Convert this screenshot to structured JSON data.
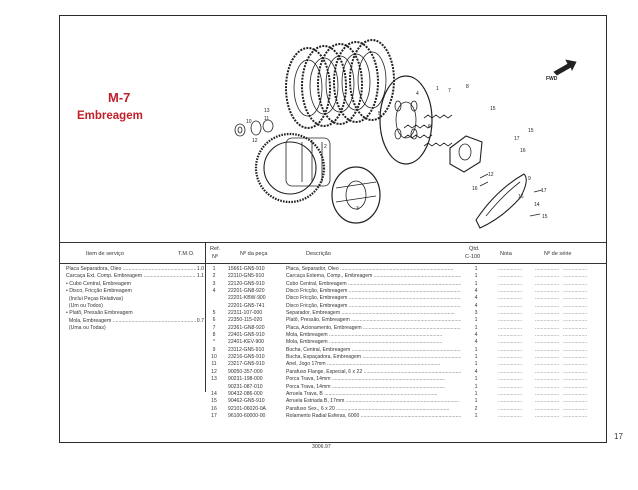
{
  "section": {
    "code": "M-7",
    "name": "Embreagem"
  },
  "illustration": {
    "fwd_label": "FWD",
    "callouts": [
      "12",
      "10",
      "11",
      "13",
      "3",
      "16",
      "9",
      "17",
      "14",
      "15",
      "16",
      "2",
      "5",
      "4",
      "1",
      "7",
      "8",
      "15",
      "17",
      "16",
      "15",
      "6",
      "12"
    ]
  },
  "headers": {
    "item_servico": "Item de serviço",
    "tmo": "T.M.O.",
    "ref": "Ref.",
    "ref_no": "Nº",
    "num_peca": "Nº da peça",
    "descricao": "Descrição",
    "qtd": "Qtd.",
    "qtd_sub": "C-100",
    "nota": "Nota",
    "num_serie": "Nº de série"
  },
  "service_items": [
    {
      "label": "Placa Separadora, Óleo",
      "tmo": "1.0"
    },
    {
      "label": "Carcaça Ext. Comp. Embreagem",
      "tmo": "1.1"
    },
    {
      "label": "• Cubo Central, Embreagem",
      "tmo": ""
    },
    {
      "label": "• Disco, Fricção Embreagem",
      "tmo": ""
    },
    {
      "label": "  (Inclui Peças Relativas)",
      "tmo": ""
    },
    {
      "label": "  (Um ou Todos)",
      "tmo": ""
    },
    {
      "label": "• Platô, Pressão Embreagem",
      "tmo": ""
    },
    {
      "label": "  Mola, Embreagem",
      "tmo": "0.7"
    },
    {
      "label": "  (Uma ou Todas)",
      "tmo": ""
    }
  ],
  "parts": [
    {
      "ref": "1",
      "num": "15661-GN5-910",
      "desc": "Placa, Separador, Óleo",
      "qty": "1"
    },
    {
      "ref": "2",
      "num": "22110-GN5-910",
      "desc": "Carcaça Externa, Comp., Embreagem",
      "qty": "1"
    },
    {
      "ref": "3",
      "num": "22120-GN5-910",
      "desc": "Cubo Central, Embreagem",
      "qty": "1"
    },
    {
      "ref": "4",
      "num": "22201-GN8-920",
      "desc": "Disco Fricção, Embreagem",
      "qty": "4"
    },
    {
      "ref": "",
      "num": "22201-KBW-900",
      "desc": "Disco Fricção, Embreagem",
      "qty": "4"
    },
    {
      "ref": "",
      "num": "22201-GN5-741",
      "desc": "Disco Fricção, Embreagem",
      "qty": "4"
    },
    {
      "ref": "5",
      "num": "22311-107-000",
      "desc": "Separador, Embreagem",
      "qty": "3"
    },
    {
      "ref": "6",
      "num": "22350-115-020",
      "desc": "Platô, Pressão, Embreagem",
      "qty": "1"
    },
    {
      "ref": "7",
      "num": "22361-GN8-920",
      "desc": "Placa, Acionamento, Embreagem",
      "qty": "1"
    },
    {
      "ref": "8",
      "num": "22401-GN5-910",
      "desc": "Mola, Embreagem",
      "qty": "4"
    },
    {
      "ref": "*",
      "num": "22401-KEV-900",
      "desc": "Mola, Embreagem",
      "qty": "4"
    },
    {
      "ref": "9",
      "num": "23112-GN5-910",
      "desc": "Bucha, Central, Embreagem",
      "qty": "1"
    },
    {
      "ref": "10",
      "num": "23216-GN5-910",
      "desc": "Bucha, Espaçadora, Embreagem",
      "qty": "1"
    },
    {
      "ref": "11",
      "num": "23217-GN5-910",
      "desc": "Anel, Jogo 17mm",
      "qty": "1"
    },
    {
      "ref": "12",
      "num": "90050-357-000",
      "desc": "Parafuso Flange, Especial, 6 x 22",
      "qty": "4"
    },
    {
      "ref": "13",
      "num": "90231-198-000",
      "desc": "Porca Trava, 14mm",
      "qty": "1"
    },
    {
      "ref": "",
      "num": "90231-087-010",
      "desc": "Porca Trava, 14mm",
      "qty": "1"
    },
    {
      "ref": "14",
      "num": "90432-086-000",
      "desc": "Arruela Trava, B",
      "qty": "1"
    },
    {
      "ref": "15",
      "num": "90462-GN5-910",
      "desc": "Arruela Estriada B, 17mm",
      "qty": "1"
    },
    {
      "ref": "16",
      "num": "92101-06020-0A",
      "desc": "Parafuso Sex., 6 x 20",
      "qty": "2"
    },
    {
      "ref": "17",
      "num": "96100-60000-00",
      "desc": "Rolamento Radial Esferas, 6000",
      "qty": "1"
    }
  ],
  "page_number": "17",
  "footer_date": "3006.97",
  "colors": {
    "title": "#c0202a",
    "ink": "#333333"
  }
}
